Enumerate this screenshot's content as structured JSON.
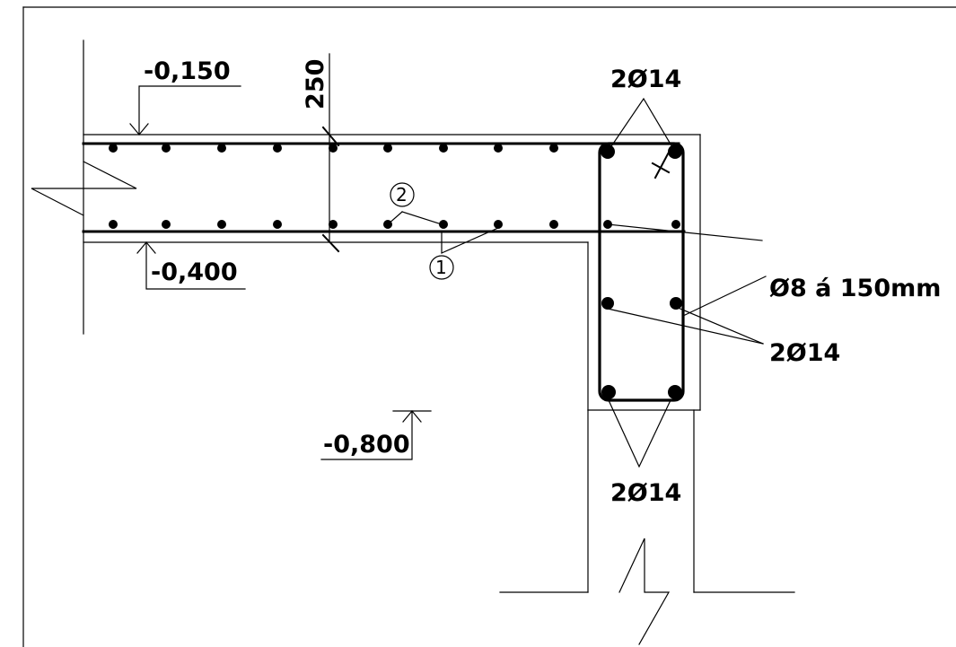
{
  "levels": {
    "top_slab": "-0,150",
    "bottom_slab": "-0,400",
    "ground": "-0,800"
  },
  "dimension": {
    "slab_thickness": "250"
  },
  "bar_marks": {
    "mark_1": "1",
    "mark_2": "2"
  },
  "rebar_labels": {
    "top_corner_bars": "2Ø14",
    "middle_bars": "2Ø14",
    "bottom_bars": "2Ø14",
    "stirrups": "Ø8 á 150mm"
  }
}
